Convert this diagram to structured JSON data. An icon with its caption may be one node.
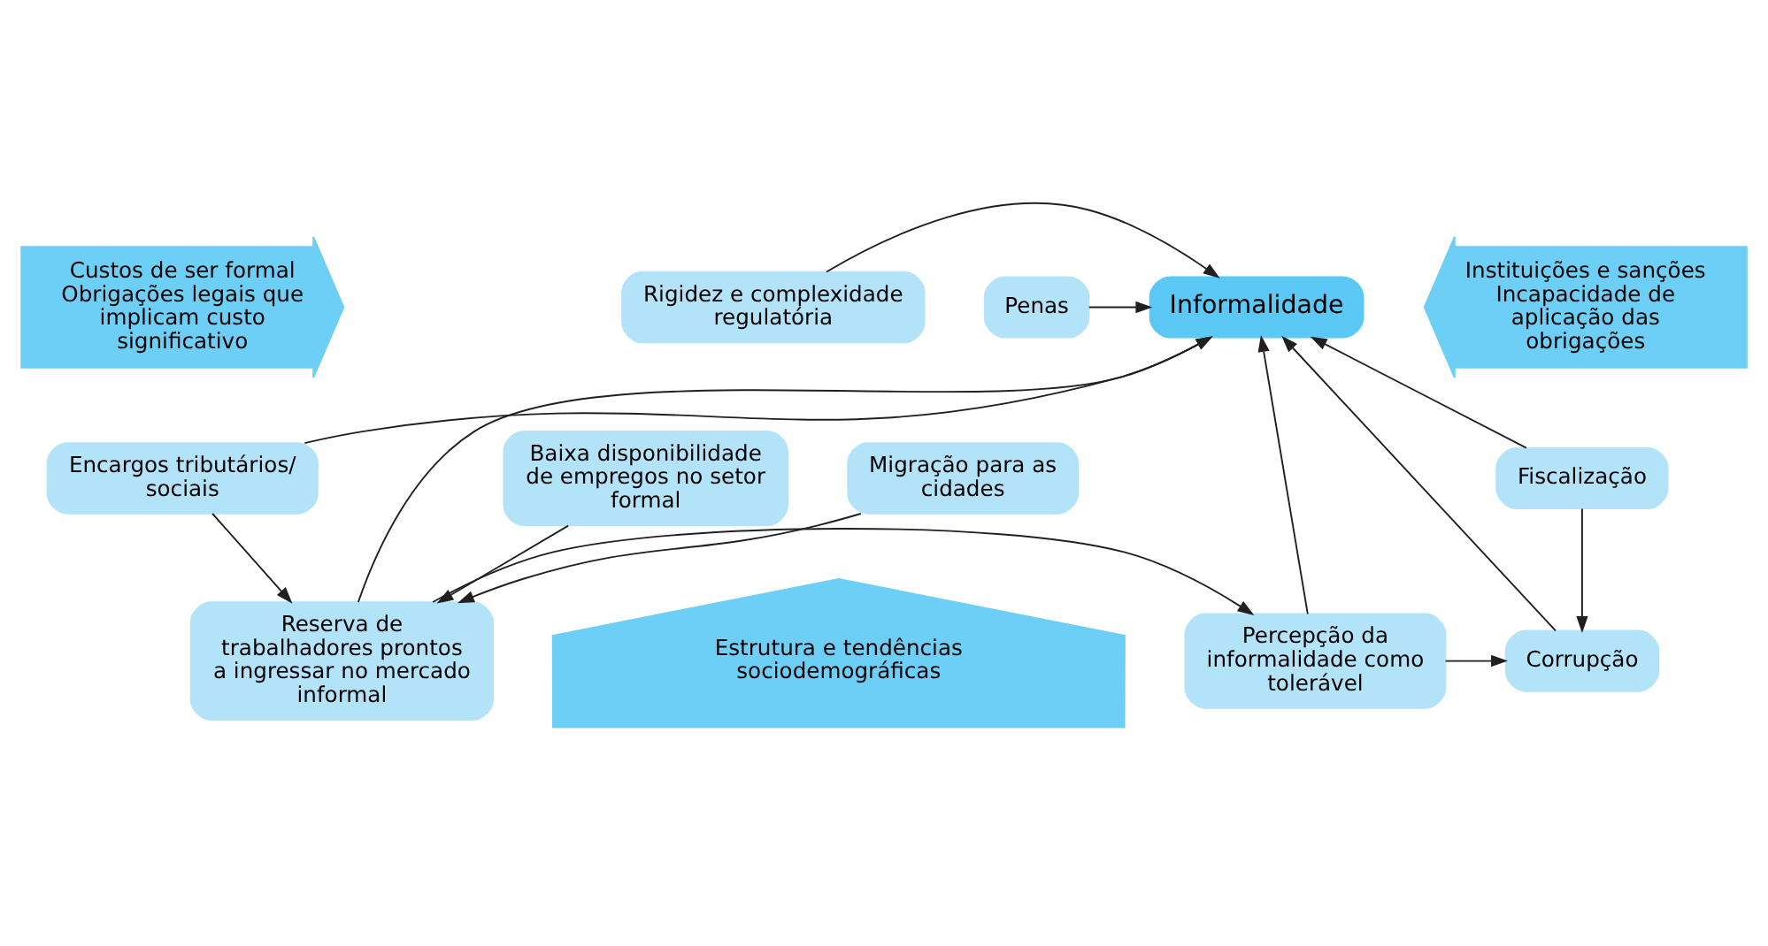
{
  "diagram": {
    "nodes": [
      {
        "text": [
          "Custos de ser formal",
          "Obrigações legais que implicam custo significativo"
        ]
      },
      {
        "text": [
          "Rigidez e complexidade regulatória"
        ]
      },
      {
        "text": [
          "Encargos tributários/ sociais"
        ]
      },
      {
        "text": [
          "Informalidade"
        ]
      },
      {
        "text": [
          "Penas"
        ]
      },
      {
        "text": [
          "Fiscalização"
        ]
      },
      {
        "text": [
          "Instituições e sanções",
          "Incapacidade de aplicação das obrigações"
        ]
      },
      {
        "text": [
          "Reserva de trabalhadores prontos a ingressar no mercado informal"
        ]
      },
      {
        "text": [
          "Percepção da informalidade como tolerável"
        ]
      },
      {
        "text": [
          "Corrupção"
        ]
      },
      {
        "text": [
          "Migração para as cidades"
        ]
      },
      {
        "text": [
          "Baixa disponibilidade de empregos no setor formal"
        ]
      },
      {
        "text": [
          "Estrutura e tendências sociodemográficas"
        ]
      }
    ],
    "edges": [
      {
        "from": 1,
        "to": 3,
        "arrow": "to"
      },
      {
        "from": 2,
        "to": 3,
        "arrow": "to"
      },
      {
        "from": 4,
        "to": 3,
        "arrow": "to"
      },
      {
        "from": 5,
        "to": 3,
        "arrow": "to"
      },
      {
        "from": 2,
        "to": 7,
        "arrow": "to"
      },
      {
        "from": 7,
        "to": 3,
        "arrow": "to"
      },
      {
        "from": 5,
        "to": 9,
        "arrow": "to"
      },
      {
        "from": 7,
        "to": 8,
        "arrow": "to"
      },
      {
        "from": 8,
        "to": 3,
        "arrow": "to"
      },
      {
        "from": 8,
        "to": 9,
        "arrow": "to"
      },
      {
        "from": 9,
        "to": 3,
        "arrow": "to"
      },
      {
        "from": 10,
        "to": 7,
        "arrow": "to"
      },
      {
        "from": 11,
        "to": 7,
        "arrow": "to"
      }
    ]
  }
}
